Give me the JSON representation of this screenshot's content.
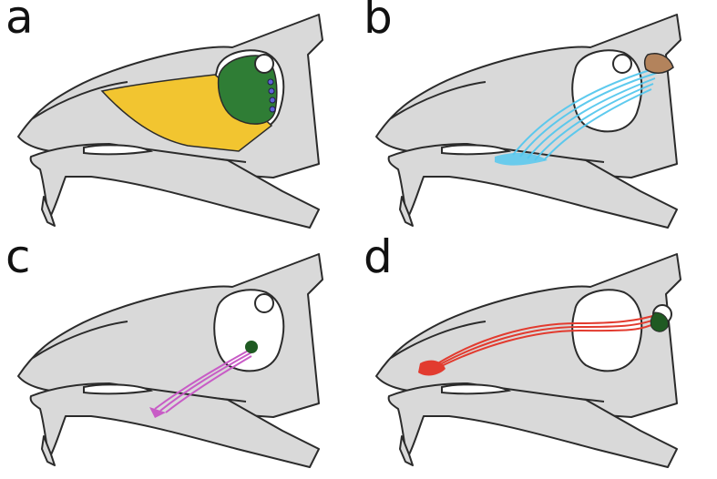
{
  "panels": [
    {
      "label": "a",
      "highlight": "regions",
      "colors": {
        "yellow": "#f2c530",
        "green": "#2f7d35",
        "dots": "#5f63d6"
      }
    },
    {
      "label": "b",
      "highlight": "fibers",
      "colors": {
        "fiber": "#56c8ee",
        "node": "#b3835c"
      }
    },
    {
      "label": "c",
      "highlight": "fibers",
      "colors": {
        "fiber": "#c85cc6",
        "node": "#1f5a22"
      }
    },
    {
      "label": "d",
      "highlight": "fibers",
      "colors": {
        "fiber": "#e23b2f",
        "node": "#1f5a22"
      }
    }
  ],
  "colors": {
    "bone": "#d9d9d9",
    "outline": "#2b2b2b",
    "background": "#ffffff"
  }
}
